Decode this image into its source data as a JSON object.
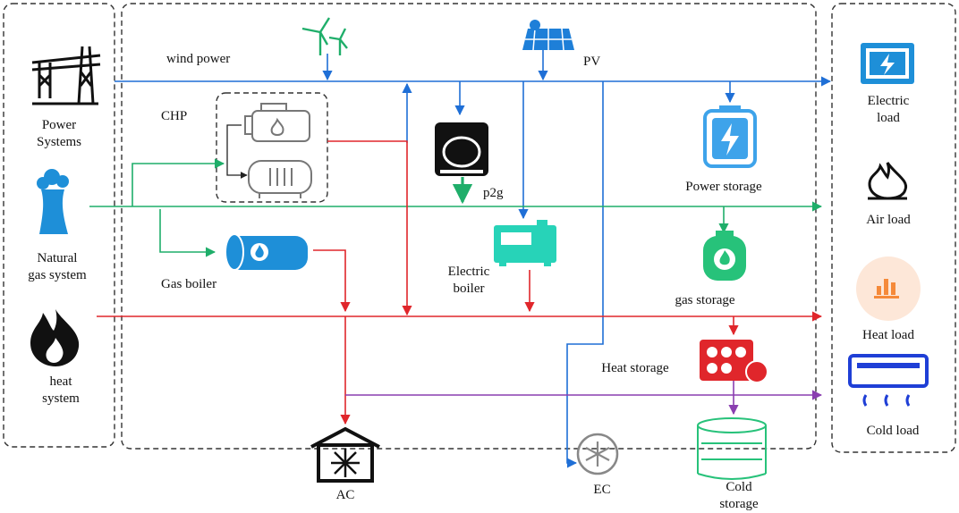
{
  "left_column": {
    "power_systems": [
      "Power",
      "Systems"
    ],
    "natural_gas_system": [
      "Natural",
      "gas system"
    ],
    "heat_system": [
      "heat",
      "system"
    ]
  },
  "sources": {
    "wind_power": "wind power",
    "pv": "PV"
  },
  "devices": {
    "chp": "CHP",
    "p2g": "p2g",
    "gas_boiler": "Gas boiler",
    "electric_boiler": [
      "Electric",
      "boiler"
    ],
    "power_storage": "Power storage",
    "gas_storage": "gas storage",
    "heat_storage": "Heat storage",
    "ac": "AC",
    "ec": "EC",
    "cold_storage": [
      "Cold",
      "storage"
    ]
  },
  "loads": {
    "electric_load": [
      "Electric",
      "load"
    ],
    "air_load": "Air load",
    "heat_load": "Heat load",
    "cold_load": "Cold load"
  },
  "colors": {
    "electric": "#1f6fd6",
    "gas": "#1fae6a",
    "heat": "#e0262b",
    "cold": "#8a3fb0",
    "teal_device": "#27d3b8",
    "power_storage_blue": "#3ea3ea"
  }
}
